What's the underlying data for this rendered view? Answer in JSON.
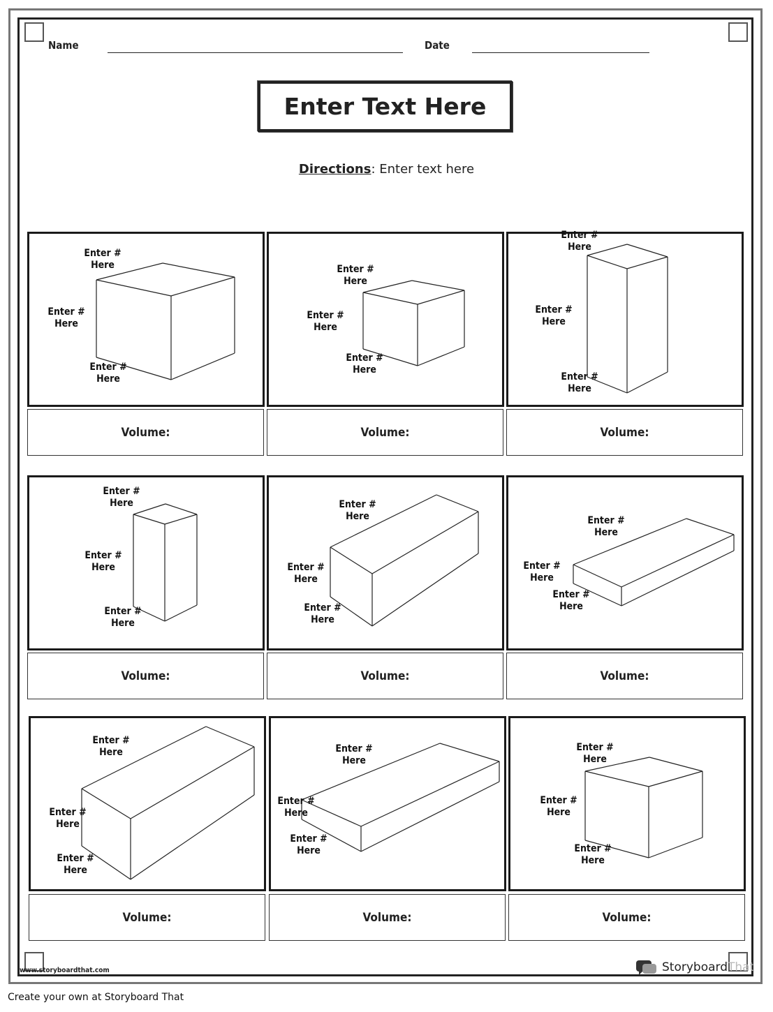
{
  "header": {
    "name_label": "Name",
    "date_label": "Date",
    "title": "Enter Text Here",
    "directions_label": "Directions",
    "directions_text": ": Enter text here"
  },
  "enter_label": "Enter #\nHere",
  "volume_label": "Volume:",
  "cells": [
    {
      "labels": [
        "Enter #\nHere",
        "Enter #\nHere",
        "Enter #\nHere"
      ]
    },
    {
      "labels": [
        "Enter #\nHere",
        "Enter #\nHere",
        "Enter #\nHere"
      ]
    },
    {
      "labels": [
        "Enter #\nHere",
        "Enter #\nHere",
        "Enter #\nHere"
      ]
    },
    {
      "labels": [
        "Enter #\nHere",
        "Enter #\nHere",
        "Enter #\nHere"
      ]
    },
    {
      "labels": [
        "Enter #\nHere",
        "Enter #\nHere",
        "Enter #\nHere"
      ]
    },
    {
      "labels": [
        "Enter #\nHere",
        "Enter #\nHere",
        "Enter #\nHere"
      ]
    },
    {
      "labels": [
        "Enter #\nHere",
        "Enter #\nHere",
        "Enter #\nHere"
      ]
    },
    {
      "labels": [
        "Enter #\nHere",
        "Enter #\nHere",
        "Enter #\nHere"
      ]
    },
    {
      "labels": [
        "Enter #\nHere",
        "Enter #\nHere",
        "Enter #\nHere"
      ]
    }
  ],
  "footer": {
    "url": "www.storyboardthat.com",
    "brand_main": "Storyboard",
    "brand_light": "That",
    "caption": "Create your own at Storyboard That"
  }
}
